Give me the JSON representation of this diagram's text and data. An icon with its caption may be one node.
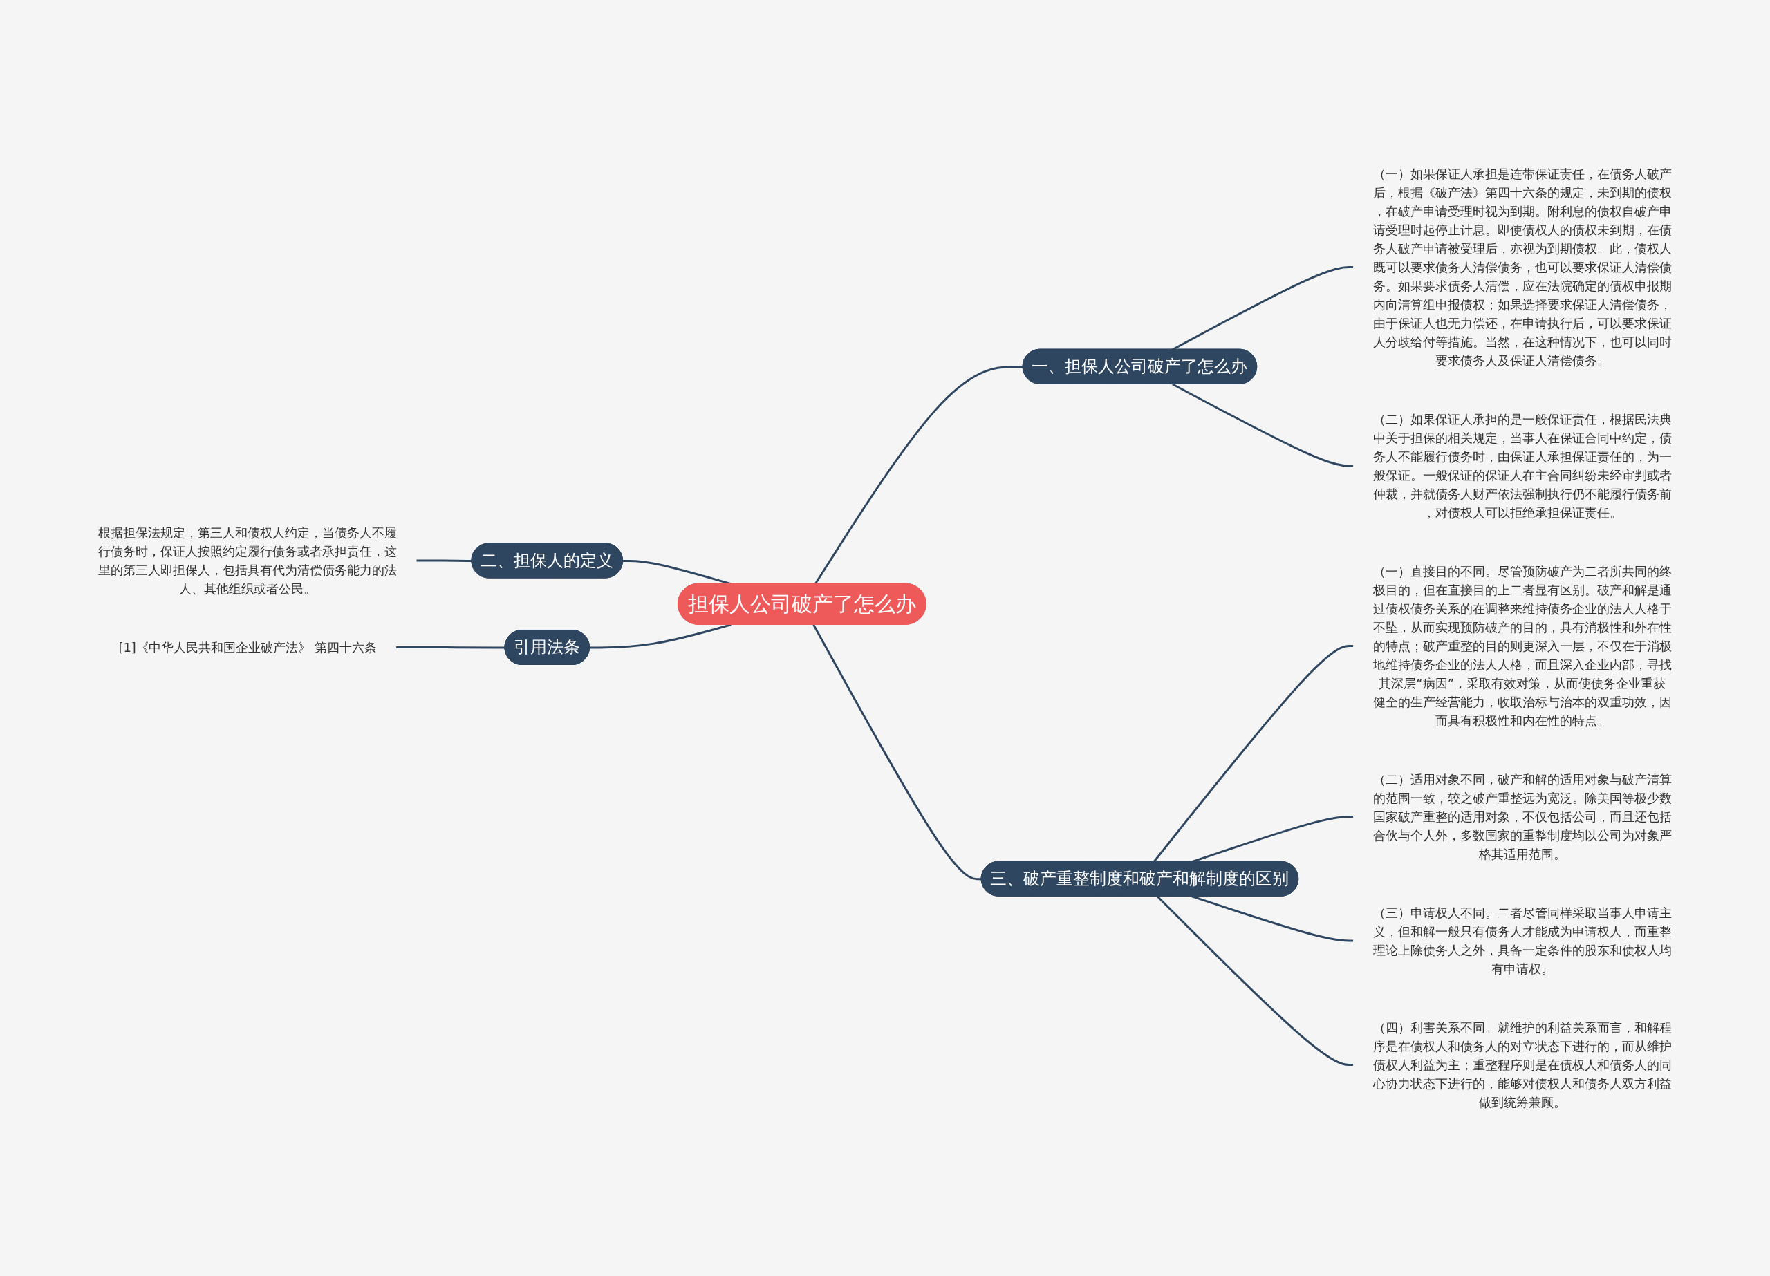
{
  "diagram": {
    "nodes": [
      {
        "text": [
          "担保人公司破产了怎么办"
        ]
      },
      {
        "text": [
          "一、担保人公司破产了怎么办"
        ]
      },
      {
        "text": [
          "（一）如果保证人承担是连带保证责任，在债务人破产后，根据《破产法》第四十六条的规定，未到期的债权，在破产申请受理时视为到期。附利息的债权自破产申请受理时起停止计息。即使债权人的债权未到期，在债务人破产申请被受理后，亦视为到期债权。此，债权人既可以要求债务人清偿债务，也可以要求保证人清偿债务。如果要求债务人清偿，应在法院确定的债权申报期内向清算组申报债权；如果选择要求保证人清偿债务，由于保证人也无力偿还，在申请执行后，可以要求保证人分歧给付等措施。当然，在这种情况下，也可以同时要求债务人及保证人清偿债务。"
        ]
      },
      {
        "text": [
          "（二）如果保证人承担的是一般保证责任，根据民法典中关于担保的相关规定，当事人在保证合同中约定，债务人不能履行债务时，由保证人承担保证责任的，为一般保证。一般保证的保证人在主合同纠纷未经审判或者仲裁，并就债务人财产依法强制执行仍不能履行债务前，对债权人可以拒绝承担保证责任。"
        ]
      },
      {
        "text": [
          "二、担保人的定义"
        ]
      },
      {
        "text": [
          "根据担保法规定，第三人和债权人约定，当债务人不履行债务时，保证人按照约定履行债务或者承担责任，这里的第三人即担保人，包括具有代为清偿债务能力的法人、其他组织或者公民。"
        ]
      },
      {
        "text": [
          "引用法条"
        ]
      },
      {
        "text": [
          "[1]《中华人民共和国企业破产法》 第四十六条"
        ]
      },
      {
        "text": [
          "三、破产重整制度和破产和解制度的区别"
        ]
      },
      {
        "text": [
          "（一）直接目的不同。尽管预防破产为二者所共同的终极目的，但在直接目的上二者显有区别。破产和解是通过债权债务关系的在调整来维持债务企业的法人人格于不坠，从而实现预防破产的目的，具有消极性和外在性的特点；破产重整的目的则更深入一层，不仅在于消极地维持债务企业的法人人格，而且深入企业内部，寻找其深层“病因”，采取有效对策，从而使债务企业重获健全的生产经营能力，收取治标与治本的双重功效，因而具有积极性和内在性的特点。"
        ]
      },
      {
        "text": [
          "（二）适用对象不同，破产和解的适用对象与破产清算的范围一致，较之破产重整远为宽泛。除美国等极少数国家破产重整的适用对象，不仅包括公司，而且还包括合伙与个人外，多数国家的重整制度均以公司为对象严格其适用范围。"
        ]
      },
      {
        "text": [
          "（三）申请权人不同。二者尽管同样采取当事人申请主义，但和解一般只有债务人才能成为申请权人，而重整理论上除债务人之外，具备一定条件的股东和债权人均有申请权。"
        ]
      },
      {
        "text": [
          "（四）利害关系不同。就维护的利益关系而言，和解程序是在债权人和债务人的对立状态下进行的，而从维护债权人利益为主；重整程序则是在债权人和债务人的同心协力状态下进行的，能够对债权人和债务人双方利益做到统筹兼顾。"
        ]
      }
    ],
    "edges": [
      {
        "from": 0,
        "to": 1,
        "arrow": "none"
      },
      {
        "from": 1,
        "to": 2,
        "arrow": "none"
      },
      {
        "from": 1,
        "to": 3,
        "arrow": "none"
      },
      {
        "from": 4,
        "to": 0,
        "arrow": "none"
      },
      {
        "from": 5,
        "to": 4,
        "arrow": "none"
      },
      {
        "from": 6,
        "to": 0,
        "arrow": "none"
      },
      {
        "from": 7,
        "to": 6,
        "arrow": "none"
      },
      {
        "from": 0,
        "to": 8,
        "arrow": "none"
      },
      {
        "from": 8,
        "to": 9,
        "arrow": "none"
      },
      {
        "from": 8,
        "to": 10,
        "arrow": "none"
      },
      {
        "from": 8,
        "to": 11,
        "arrow": "none"
      },
      {
        "from": 8,
        "to": 12,
        "arrow": "none"
      }
    ]
  }
}
